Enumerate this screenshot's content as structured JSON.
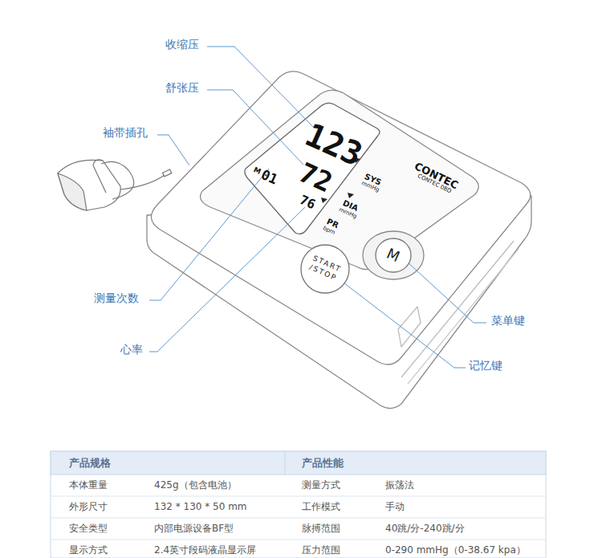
{
  "diagram": {
    "nodes": [
      {
        "text": [
          "START /STOP"
        ]
      },
      {
        "text": [
          "M"
        ]
      }
    ],
    "labels": [
      "收缩压",
      "舒张压",
      "袖带插孔",
      "测量次数",
      "心率",
      "菜单键",
      "记忆键",
      "123",
      "72",
      "76",
      "01",
      "M",
      "SYS",
      "mmHg",
      "DIA",
      "mmHg",
      "PR",
      "bpm",
      "CONTEC",
      "CONTEC 08D",
      "产品规格",
      "产品性能",
      "本体重量",
      "425g（包含电池）",
      "测量方式",
      "振荡法",
      "外形尺寸",
      "132 * 130 * 50 mm",
      "工作模式",
      "手动",
      "安全类型",
      "内部电源设备BF型",
      "脉搏范围",
      "40跳/分-240跳/分",
      "显示方式",
      "2.4英寸段码液晶显示屏",
      "压力范围",
      "0-290 mmHg（0-38.67 kpa）"
    ]
  }
}
